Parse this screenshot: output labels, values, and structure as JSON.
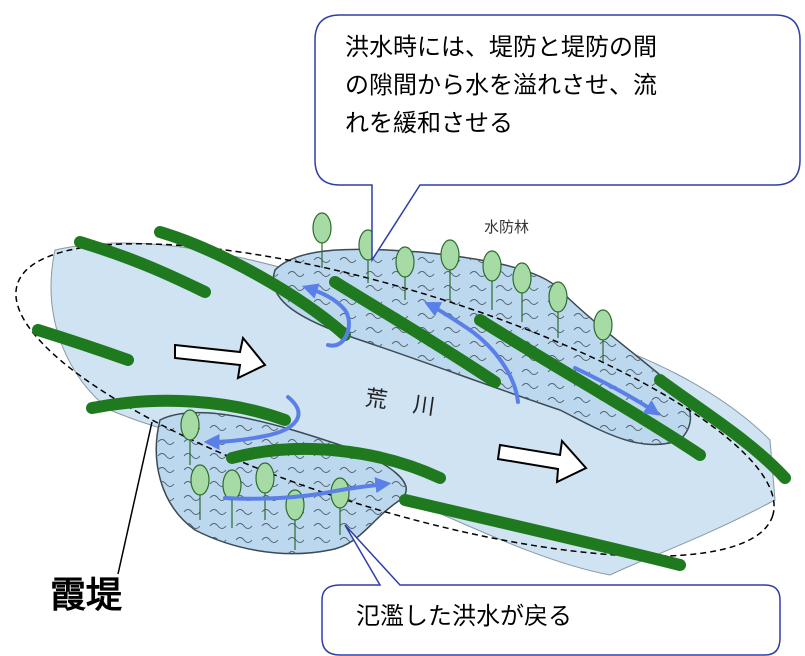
{
  "callouts": {
    "top": {
      "lines": [
        "洪水時には、堤防と堤防の間",
        "の隙間から水を溢れさせ、流",
        "れを緩和させる"
      ]
    },
    "bottom": {
      "text": "氾濫した洪水が戻る"
    }
  },
  "labels": {
    "kasumitei": "霞堤",
    "suiborin": "水防林",
    "arakawa": "荒川"
  },
  "colors": {
    "river": "#cfe3f2",
    "river_edge": "#6c7f8c",
    "levee": "#1f7a1f",
    "flow_arrow": "#5b7fe8",
    "tree_fill": "#a6dba6",
    "callout_border": "#2f3fa8"
  }
}
